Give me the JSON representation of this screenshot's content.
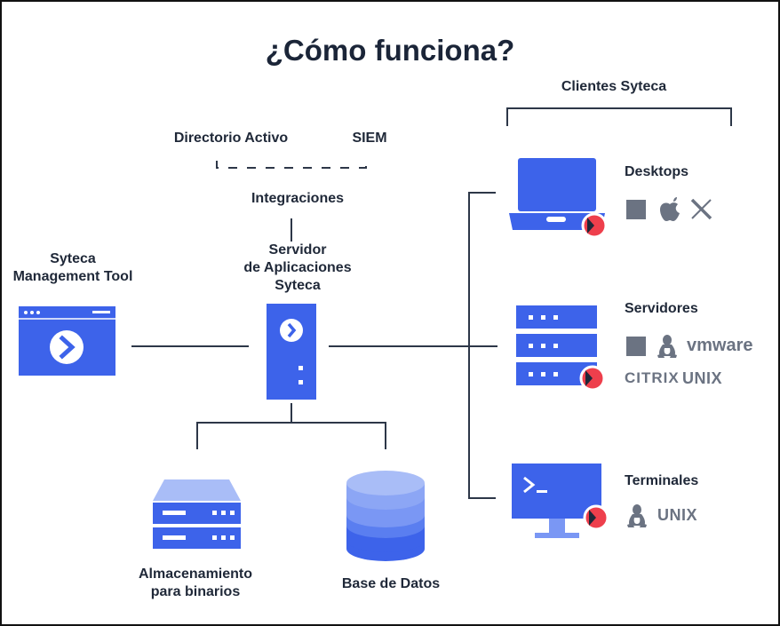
{
  "title": "¿Cómo funciona?",
  "clients": {
    "group_label": "Clientes Syteca",
    "desktops": {
      "label": "Desktops",
      "os_icons": [
        "windows-icon",
        "apple-icon",
        "x-window-icon"
      ]
    },
    "servers": {
      "label": "Servidores",
      "os_icons": [
        "windows-icon",
        "linux-icon"
      ],
      "vmware": "vmware",
      "citrix": "CITRIX",
      "unix": "UNIX"
    },
    "terminals": {
      "label": "Terminales",
      "os_icons": [
        "linux-icon"
      ],
      "unix": "UNIX"
    }
  },
  "integrations": {
    "directory": "Directorio Activo",
    "siem": "SIEM",
    "label": "Integraciones"
  },
  "server": {
    "label_line1": "Servidor",
    "label_line2": "de Aplicaciones",
    "label_line3": "Syteca"
  },
  "management_tool": {
    "label_line1": "Syteca",
    "label_line2": "Management Tool"
  },
  "storage": {
    "label_line1": "Almacenamiento",
    "label_line2": "para binarios"
  },
  "database": {
    "label": "Base de Datos"
  },
  "colors": {
    "primary_blue": "#3d63ea",
    "light_blue": "#7a97f4",
    "pale_blue": "#a9bdf7",
    "accent_red": "#ee3f4c",
    "line_gray": "#2d3748",
    "os_gray": "#6b7382"
  }
}
